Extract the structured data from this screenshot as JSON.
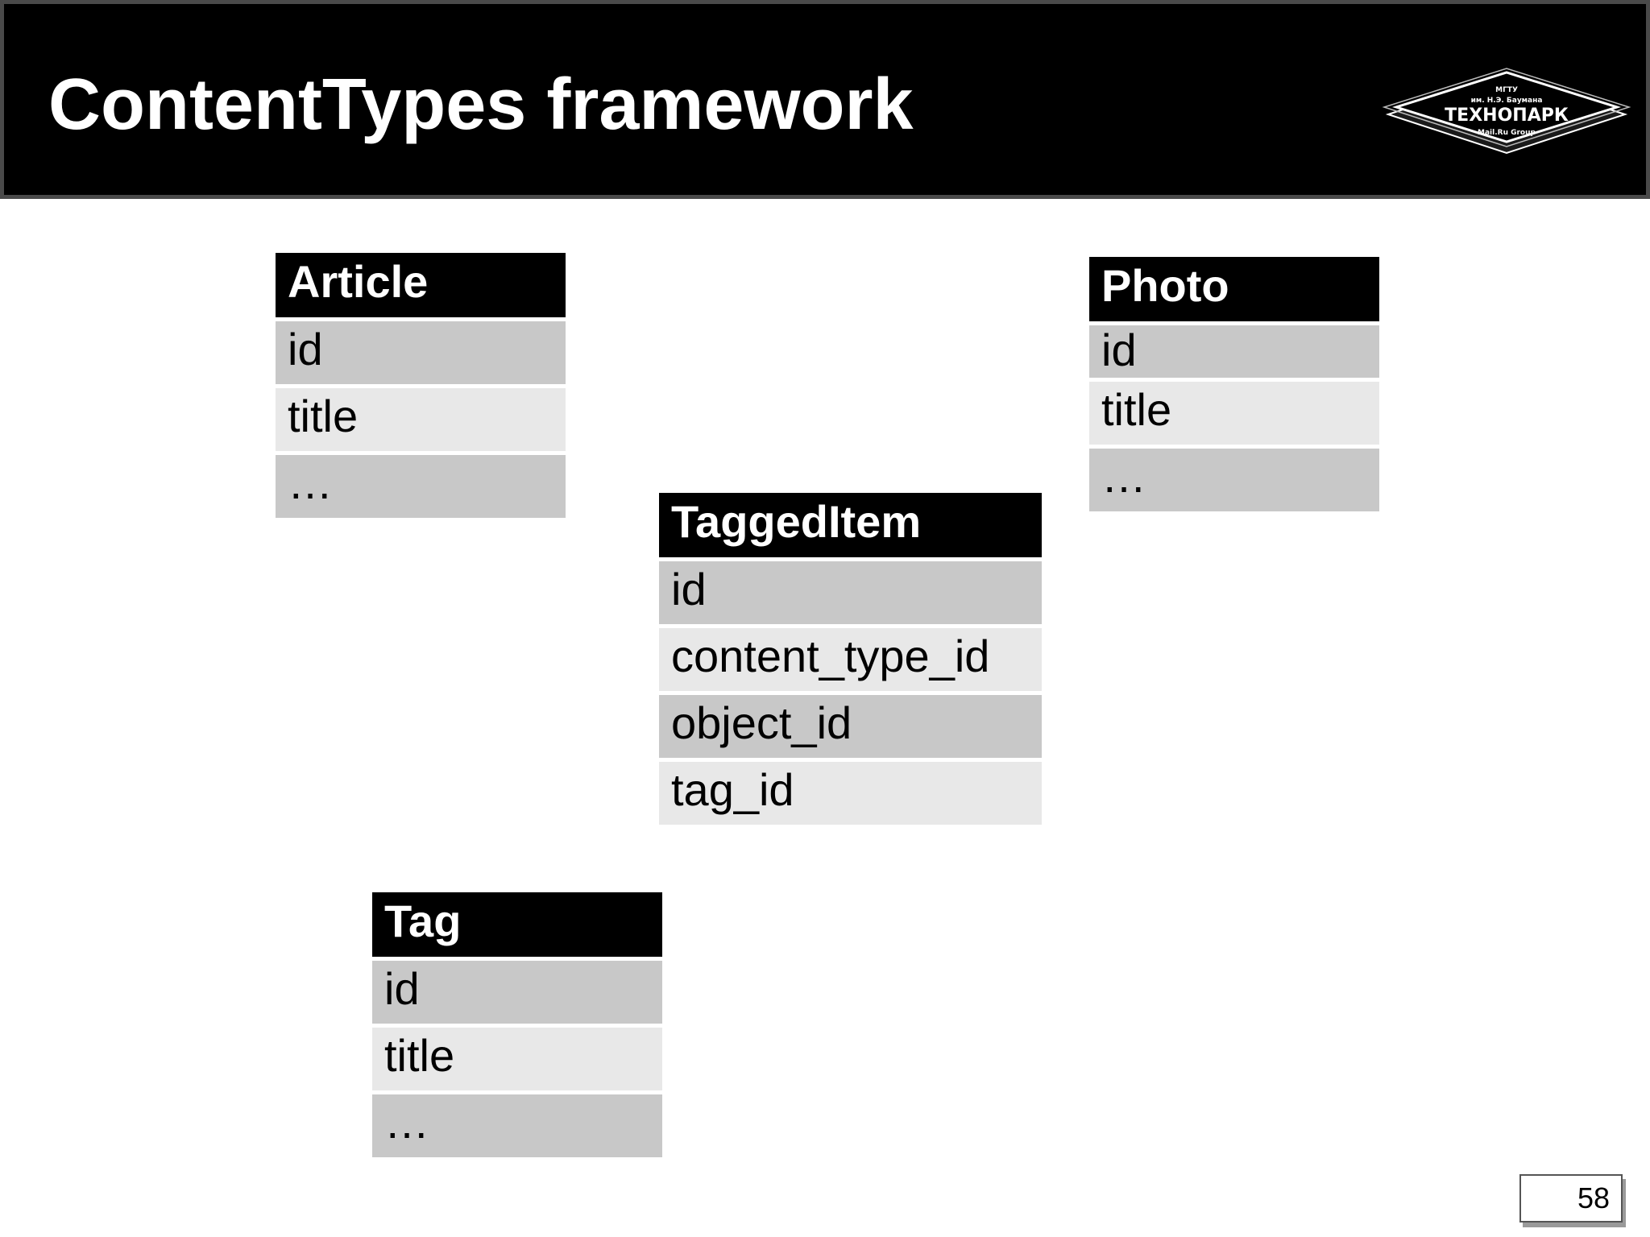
{
  "slide": {
    "title": "ContentTypes framework",
    "page_number": "58"
  },
  "logo": {
    "line1": "МГТУ",
    "line2": "им. Н.Э. Баумана",
    "line3": "ТЕХНОПАРК",
    "line4": "Mail.Ru Group"
  },
  "tables": {
    "article": {
      "name": "Article",
      "fields": [
        "id",
        "title",
        "…"
      ]
    },
    "photo": {
      "name": "Photo",
      "fields": [
        "id",
        "title",
        "…"
      ]
    },
    "tagged_item": {
      "name": "TaggedItem",
      "fields": [
        "id",
        "content_type_id",
        "object_id",
        "tag_id"
      ]
    },
    "tag": {
      "name": "Tag",
      "fields": [
        "id",
        "title",
        "…"
      ]
    }
  },
  "colors": {
    "header_background": "#000000",
    "row_dark": "#c8c8c8",
    "row_light": "#e8e8e8",
    "text_light": "#ffffff"
  }
}
